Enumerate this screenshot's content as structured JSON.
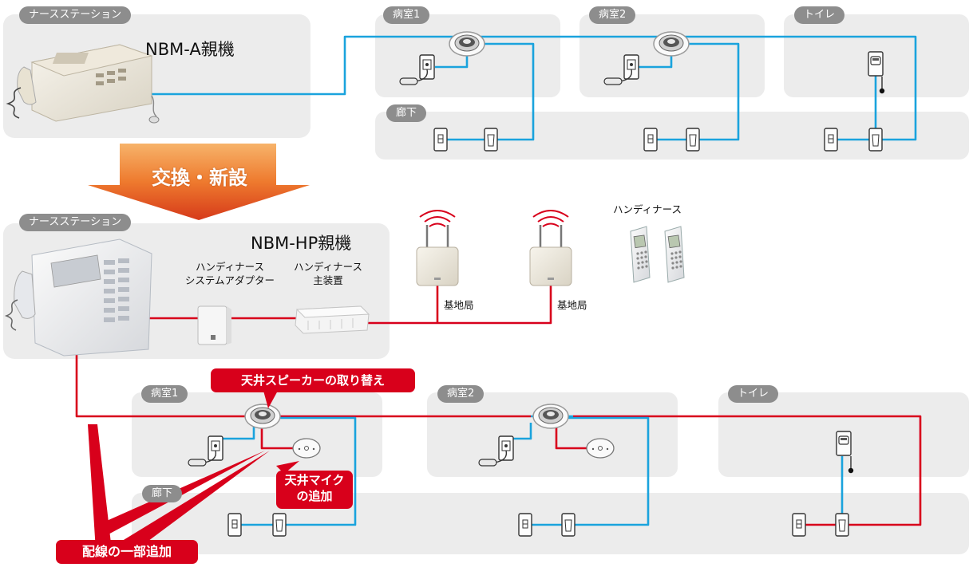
{
  "colors": {
    "old_wiring": "#1aa3dd",
    "new_wiring": "#d8001b",
    "room_bg": "#ececec",
    "tag_bg": "#8d8d8d",
    "arrow_top": "#f39b4a",
    "arrow_bottom": "#d63a1a"
  },
  "before": {
    "station_tag": "ナースステーション",
    "master_label": "NBM-A親機",
    "room1_tag": "病室1",
    "room2_tag": "病室2",
    "toilet_tag": "トイレ",
    "corridor_tag": "廊下"
  },
  "transition": {
    "label": "交換・新設"
  },
  "after": {
    "station_tag": "ナースステーション",
    "master_label": "NBM-HP親機",
    "adapter_label_line1": "ハンディナース",
    "adapter_label_line2": "システムアダプター",
    "main_unit_label_line1": "ハンディナース",
    "main_unit_label_line2": "主装置",
    "base_station_1": "基地局",
    "base_station_2": "基地局",
    "handset_label": "ハンディナース",
    "room1_tag": "病室1",
    "room2_tag": "病室2",
    "toilet_tag": "トイレ",
    "corridor_tag": "廊下",
    "callout_speaker": "天井スピーカーの取り替え",
    "callout_mic_line1": "天井マイク",
    "callout_mic_line2": "の追加",
    "callout_wiring": "配線の一部追加"
  }
}
